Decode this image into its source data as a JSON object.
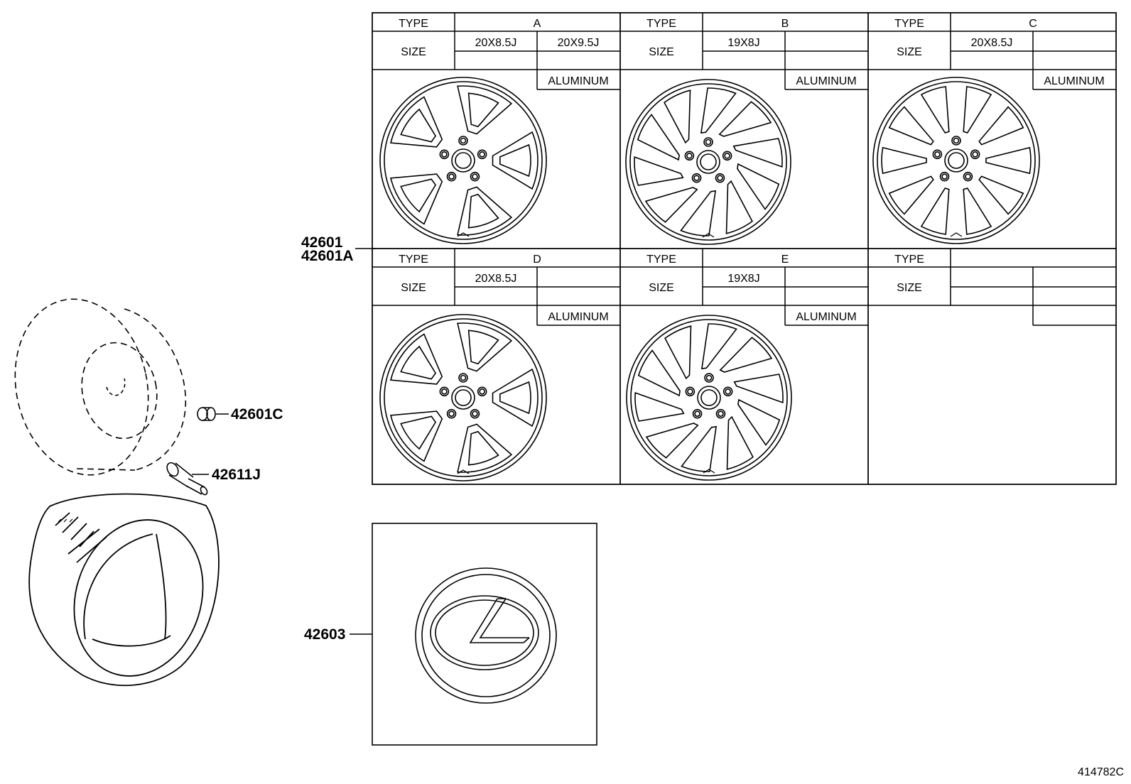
{
  "header_labels": {
    "type": "TYPE",
    "size": "SIZE"
  },
  "wheel_types": [
    {
      "type": "A",
      "sizes": [
        "20X8.5J",
        "20X9.5J"
      ],
      "material": "ALUMINUM"
    },
    {
      "type": "B",
      "sizes": [
        "19X8J",
        ""
      ],
      "material": "ALUMINUM"
    },
    {
      "type": "C",
      "sizes": [
        "20X8.5J",
        ""
      ],
      "material": "ALUMINUM"
    },
    {
      "type": "D",
      "sizes": [
        "20X8.5J",
        ""
      ],
      "material": "ALUMINUM"
    },
    {
      "type": "E",
      "sizes": [
        "19X8J",
        ""
      ],
      "material": "ALUMINUM"
    },
    {
      "type": "",
      "sizes": [
        "",
        ""
      ],
      "material": ""
    }
  ],
  "part_numbers": {
    "disc_wheel": "42601",
    "disc_wheel_alt": "42601A",
    "balance_weight": "42601C",
    "valve": "42611J",
    "ornament": "42603"
  },
  "drawing_id": "414782C"
}
